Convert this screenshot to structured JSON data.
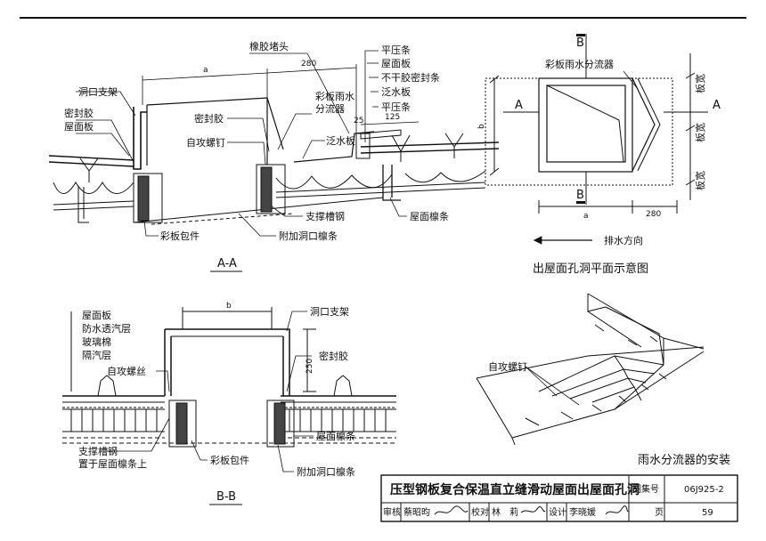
{
  "section_aa": {
    "title": "A-A",
    "dims": {
      "a": "a",
      "d280": "280",
      "d125": "125",
      "d25": "25"
    },
    "labels": {
      "rubber_plug": "橡胶堵头",
      "opening_frame": "洞口支架",
      "sealant_left": "密封胶",
      "roof_panel_left": "屋面板",
      "sealant_mid": "密封胶",
      "screw": "自攻螺钉",
      "diverter_1": "彩板雨水",
      "diverter_2": "分流器",
      "flashing_mid": "泛水板",
      "press_strip_1": "平压条",
      "roof_panel_right": "屋面板",
      "non_dry_seal": "不干胶密封条",
      "flashing_right": "泛水板",
      "press_strip_2": "平压条",
      "channel": "支撑槽钢",
      "purlin": "屋面檩条",
      "wrap": "彩板包件",
      "extra_purlin": "附加洞口檩条"
    }
  },
  "plan": {
    "title": "出屋面孔洞平面示意图",
    "diverter": "彩板雨水分流器",
    "marks": {
      "b_top": "B",
      "b_bottom": "B",
      "a_left": "A",
      "a_right": "A"
    },
    "dims": {
      "b": "b",
      "a": "a",
      "d280": "280"
    },
    "width_labels": [
      "板宽",
      "板宽",
      "板宽"
    ],
    "drain_dir": "排水方向"
  },
  "section_bb": {
    "title": "B-B",
    "dims": {
      "b": "b",
      "d250": "250"
    },
    "labels": {
      "roof_panel": "屋面板",
      "vapor_permeable": "防水透汽层",
      "glass_wool": "玻璃棉",
      "vapor_barrier": "隔汽层",
      "screw": "自攻螺丝",
      "opening_frame": "洞口支架",
      "sealant": "密封胶",
      "purlin": "屋面檩条",
      "channel_1": "支撑槽钢",
      "channel_2": "置于屋面檩条上",
      "wrap": "彩板包件",
      "extra_purlin": "附加洞口檩条"
    }
  },
  "install": {
    "title": "雨水分流器的安装",
    "screw": "自攻螺钉"
  },
  "title_block": {
    "drawing_title": "压型钢板复合保温直立缝滑动屋面出屋面孔洞",
    "atlas_label": "图集号",
    "atlas_no": "06J925-2",
    "review_label": "审核",
    "review_name": "蔡昭昀",
    "check_label": "校对",
    "check_name": "林　莉",
    "design_label": "设计",
    "design_name": "李晓媛",
    "page_label": "页",
    "page_no": "59"
  }
}
